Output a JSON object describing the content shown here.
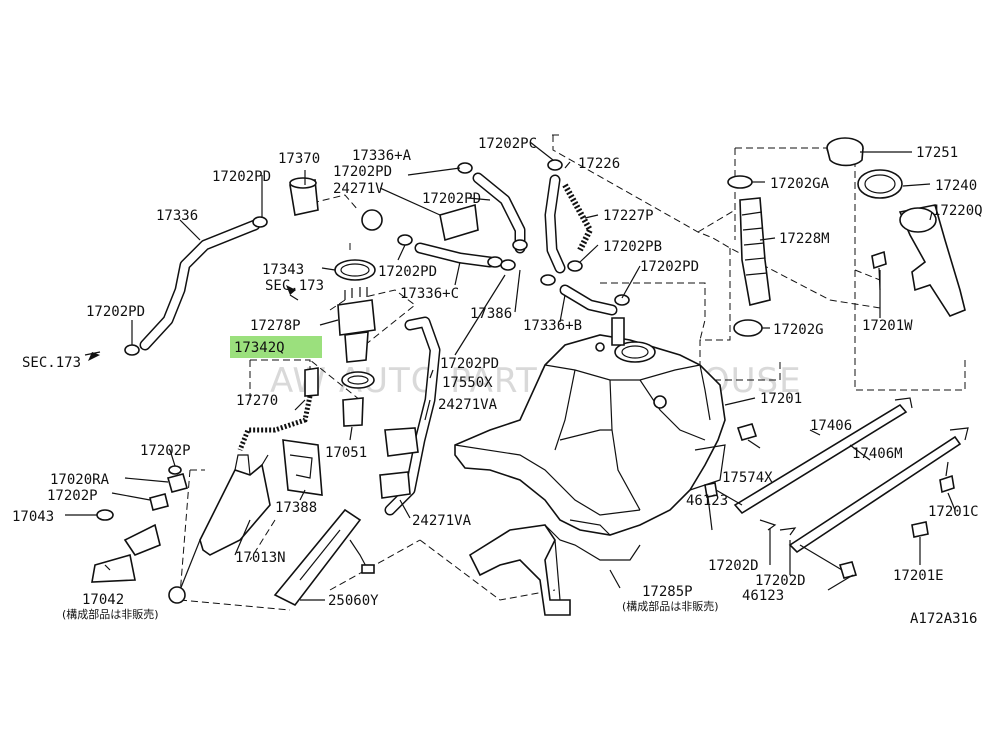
{
  "diagram": {
    "reference_code": "A172A316",
    "watermark": "AW AUTO PARTS WAREHOUSE",
    "highlight_label": "17342Q",
    "highlight_color": "#9be07d",
    "not_sold_note": "(構成部品は非販売)",
    "labels": {
      "l17370": "17370",
      "l17202PD_a": "17202PD",
      "l17336": "17336",
      "l17202PD_b": "17202PD",
      "lSEC173_a": "SEC.173",
      "l17336A": "17336+A",
      "l17202PD_c": "17202PD",
      "l24271V": "24271V",
      "l17202PD_d": "17202PD",
      "l17202PC": "17202PC",
      "l17226": "17226",
      "l17227P": "17227P",
      "l17202PB": "17202PB",
      "l17343": "17343",
      "l17202PD_e": "17202PD",
      "lSEC173_b": "SEC.173",
      "l17336C": "17336+C",
      "l17278P": "17278P",
      "l17386": "17386",
      "l17336B": "17336+B",
      "l17202PD_f": "17202PD",
      "l17202PD_g": "17202PD",
      "l17550X": "17550X",
      "l24271VA_a": "24271VA",
      "l17270": "17270",
      "l17051": "17051",
      "l17202P_a": "17202P",
      "l17020RA": "17020RA",
      "l17202P_b": "17202P",
      "l17043": "17043",
      "l17388": "17388",
      "l24271VA_b": "24271VA",
      "l17013N": "17013N",
      "l17042": "17042",
      "l25060Y": "25060Y",
      "l17251": "17251",
      "l17202GA": "17202GA",
      "l17240": "17240",
      "l17220Q": "17220Q",
      "l17228M": "17228M",
      "l17201W": "17201W",
      "l17202G": "17202G",
      "l17201": "17201",
      "l17406": "17406",
      "l17406M": "17406M",
      "l17574X": "17574X",
      "l46123_a": "46123",
      "l17201C": "17201C",
      "l17202D_a": "17202D",
      "l17202D_b": "17202D",
      "l46123_b": "46123",
      "l17201E": "17201E",
      "l17285P": "17285P"
    }
  }
}
